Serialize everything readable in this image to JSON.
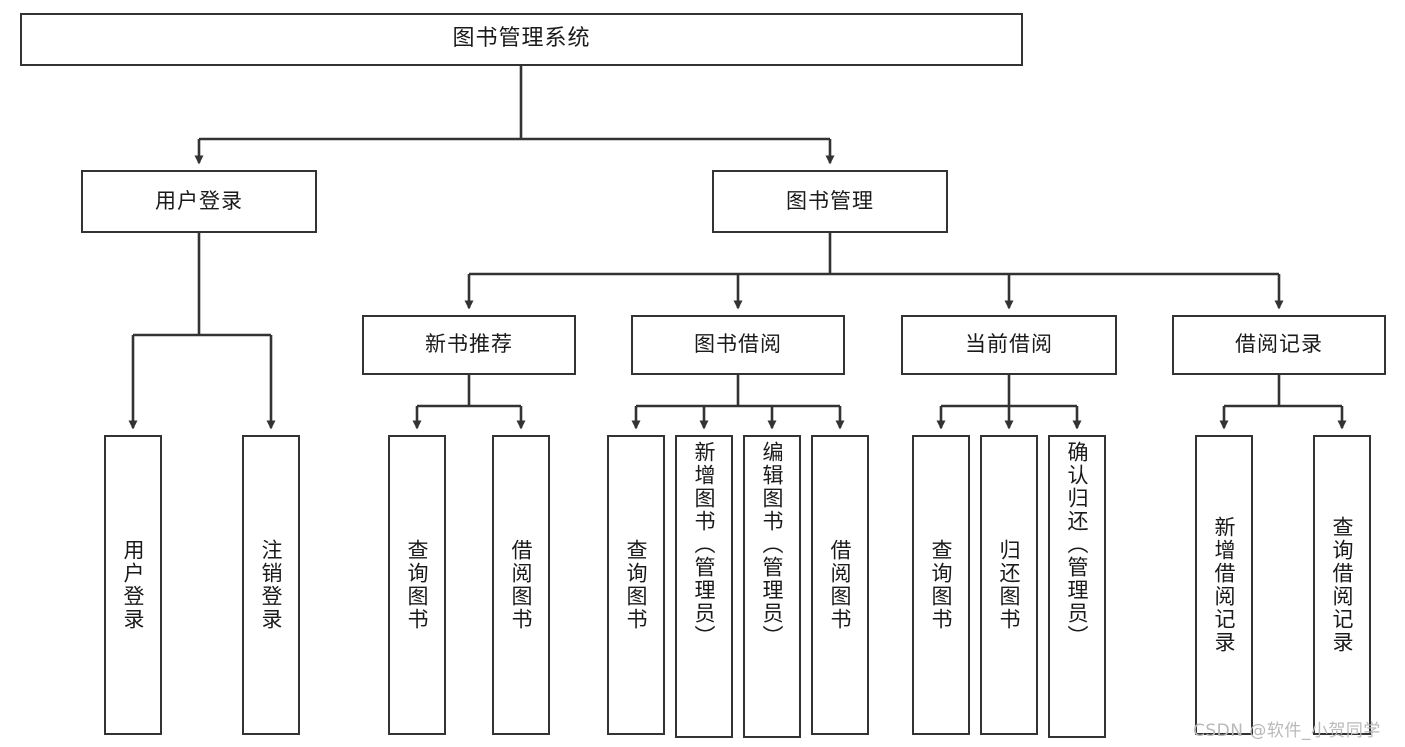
{
  "diagram": {
    "type": "tree-hierarchy",
    "title": "图书管理系统",
    "orientation": "top-down",
    "colors": {
      "box_border": "#333333",
      "box_fill": "#ffffff",
      "edge": "#333333",
      "text": "#1a1a1a",
      "watermark": "#b9b9b9",
      "background": "#ffffff"
    },
    "levels": {
      "root": {
        "label": "图书管理系统"
      },
      "level2": [
        {
          "label": "用户登录"
        },
        {
          "label": "图书管理"
        }
      ],
      "level3": [
        {
          "label": "新书推荐"
        },
        {
          "label": "图书借阅"
        },
        {
          "label": "当前借阅"
        },
        {
          "label": "借阅记录"
        }
      ],
      "leaves": {
        "user_login": [
          {
            "label": "用户登录",
            "orientation": "vertical"
          },
          {
            "label": "注销登录",
            "orientation": "vertical"
          }
        ],
        "new_book_recommend": [
          {
            "label": "查询图书",
            "orientation": "vertical"
          },
          {
            "label": "借阅图书",
            "orientation": "vertical"
          }
        ],
        "book_borrow": [
          {
            "label": "查询图书",
            "orientation": "vertical"
          },
          {
            "label": "新增图书（管理员）",
            "orientation": "vertical",
            "tall": true
          },
          {
            "label": "编辑图书（管理员）",
            "orientation": "vertical",
            "tall": true
          },
          {
            "label": "借阅图书",
            "orientation": "vertical"
          }
        ],
        "current_borrow": [
          {
            "label": "查询图书",
            "orientation": "vertical"
          },
          {
            "label": "归还图书",
            "orientation": "vertical"
          },
          {
            "label": "确认归还（管理员）",
            "orientation": "vertical",
            "tall": true
          }
        ],
        "borrow_record": [
          {
            "label": "新增借阅记录",
            "orientation": "vertical"
          },
          {
            "label": "查询借阅记录",
            "orientation": "vertical"
          }
        ]
      }
    },
    "watermark": "CSDN @软件_小贺同学"
  }
}
